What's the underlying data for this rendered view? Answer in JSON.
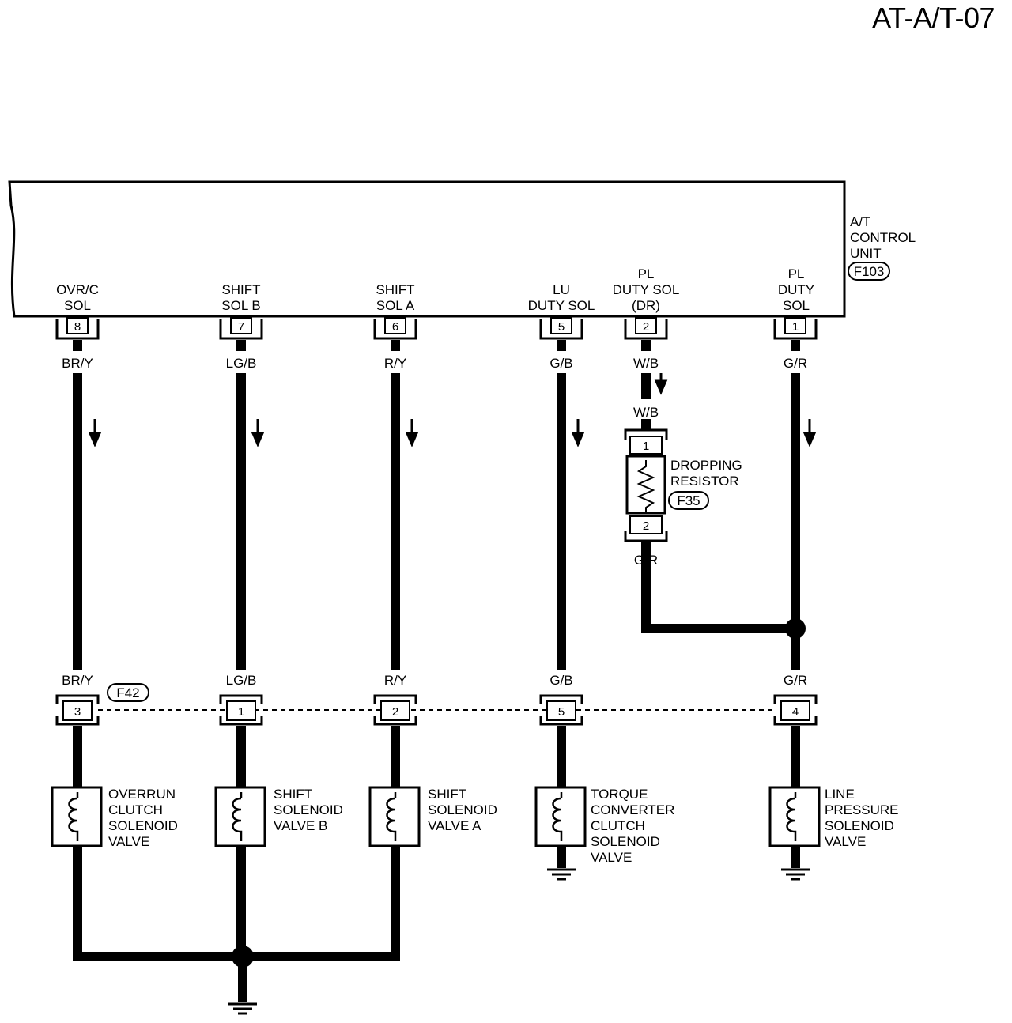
{
  "page_title": "AT-A/T-07",
  "control_unit": {
    "label_lines": [
      "A/T",
      "CONTROL",
      "UNIT"
    ],
    "connector": "F103"
  },
  "circuits": [
    {
      "id": "ovrc",
      "terminal_label": [
        "OVR/C",
        "SOL"
      ],
      "pin": "8",
      "wire": "BR/Y",
      "f42_pin": "3",
      "wire_at_f42": "BR/Y",
      "component": [
        "OVERRUN",
        "CLUTCH",
        "SOLENOID",
        "VALVE"
      ]
    },
    {
      "id": "shiftb",
      "terminal_label": [
        "SHIFT",
        "SOL B"
      ],
      "pin": "7",
      "wire": "LG/B",
      "f42_pin": "1",
      "wire_at_f42": "LG/B",
      "component": [
        "SHIFT",
        "SOLENOID",
        "VALVE B"
      ]
    },
    {
      "id": "shifta",
      "terminal_label": [
        "SHIFT",
        "SOL A"
      ],
      "pin": "6",
      "wire": "R/Y",
      "f42_pin": "2",
      "wire_at_f42": "R/Y",
      "component": [
        "SHIFT",
        "SOLENOID",
        "VALVE A"
      ]
    },
    {
      "id": "lu",
      "terminal_label": [
        "LU",
        "DUTY SOL"
      ],
      "pin": "5",
      "wire": "G/B",
      "f42_pin": "5",
      "wire_at_f42": "G/B",
      "component": [
        "TORQUE",
        "CONVERTER",
        "CLUTCH",
        "SOLENOID",
        "VALVE"
      ]
    },
    {
      "id": "pldr",
      "terminal_label": [
        "PL",
        "DUTY SOL",
        "(DR)"
      ],
      "pin": "2",
      "wire": "W/B",
      "wire_resistor_in": "W/B",
      "wire_resistor_out": "G/R"
    },
    {
      "id": "pl",
      "terminal_label": [
        "PL",
        "DUTY",
        "SOL"
      ],
      "pin": "1",
      "wire": "G/R",
      "f42_pin": "4",
      "wire_at_f42": "G/R",
      "component": [
        "LINE",
        "PRESSURE",
        "SOLENOID",
        "VALVE"
      ]
    }
  ],
  "resistor": {
    "label_lines": [
      "DROPPING",
      "RESISTOR"
    ],
    "connector": "F35",
    "pin_top": "1",
    "pin_bottom": "2"
  },
  "junction_connector": "F42"
}
